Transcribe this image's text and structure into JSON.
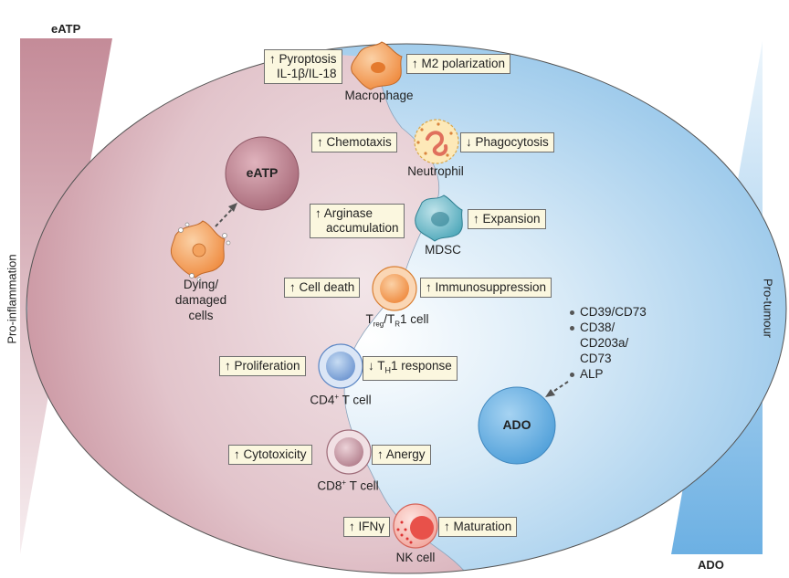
{
  "titles": {
    "top_left": "eATP",
    "bottom_right": "ADO"
  },
  "side_labels": {
    "left": "Pro-inflammation",
    "right": "Pro-tumour"
  },
  "nodes": {
    "eatp": "eATP",
    "ado": "ADO"
  },
  "dying_cells": {
    "line1": "Dying/",
    "line2": "damaged",
    "line3": "cells"
  },
  "cells": {
    "macrophage": {
      "name": "Macrophage",
      "left": [
        "↑ Pyroptosis",
        "IL-1β/IL-18"
      ],
      "right": "↑ M2 polarization"
    },
    "neutrophil": {
      "name": "Neutrophil",
      "left": "↑ Chemotaxis",
      "right": "↓ Phagocytosis"
    },
    "mdsc": {
      "name": "MDSC",
      "left": [
        "↑ Arginase",
        "accumulation"
      ],
      "right": "↑ Expansion"
    },
    "treg": {
      "name_pre": "T",
      "name_sub1": "reg",
      "name_mid": "/T",
      "name_sub2": "R",
      "name_post": "1 cell",
      "left": "↑ Cell death",
      "right": "↑ Immunosuppression"
    },
    "cd4": {
      "name_pre": "CD4",
      "name_sup": "+",
      "name_post": " T cell",
      "left": "↑ Proliferation",
      "right_pre": "↓ T",
      "right_sub": "H",
      "right_post": "1 response"
    },
    "cd8": {
      "name_pre": "CD8",
      "name_sup": "+",
      "name_post": " T cell",
      "left": "↑ Cytotoxicity",
      "right": "↑ Anergy"
    },
    "nk": {
      "name": "NK cell",
      "left": "↑ IFNγ",
      "right": "↑ Maturation"
    }
  },
  "enzymes": [
    "CD39/CD73",
    "CD38/",
    "CD203a/",
    "CD73",
    "ALP"
  ],
  "colors": {
    "inflam": "#c48b98",
    "tumour": "#79b6e3",
    "label_fill": "#fbf7df",
    "eatp_node": "#b87a87",
    "ado_node": "#6fb2e4"
  }
}
